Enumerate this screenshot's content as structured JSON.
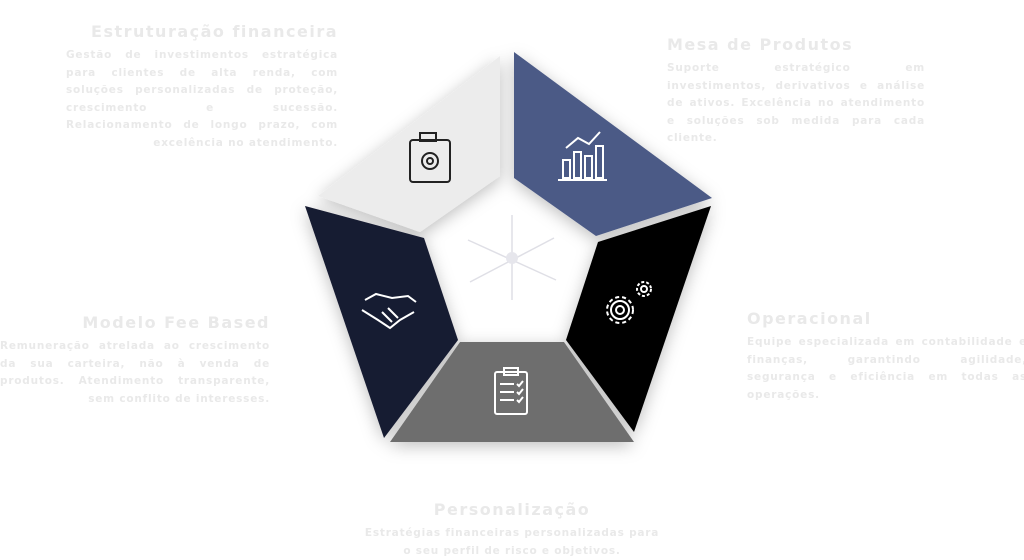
{
  "segments": [
    {
      "title": "Estruturação financeira",
      "text": "Gestão de investimentos estratégica para clientes de alta renda, com soluções personalizadas de proteção, crescimento e sucessão. Relacionamento de longo prazo, com excelência no atendimento.",
      "color": "#ececec",
      "icon": "safe-icon"
    },
    {
      "title": "Mesa de Produtos",
      "text": "Suporte estratégico em investimentos, derivativos e análise de ativos. Excelência no atendimento e soluções sob medida para cada cliente.",
      "color": "#4b5a86",
      "icon": "bar-chart-icon"
    },
    {
      "title": "Operacional",
      "text": "Equipe especializada em contabilidade e finanças, garantindo agilidade, segurança e eficiência em todas as operações.",
      "color": "#050505",
      "icon": "gears-icon"
    },
    {
      "title": "Personalização",
      "text": "Estratégias financeiras personalizadas para o seu perfil de risco e objetivos.",
      "color": "#6e6e6e",
      "icon": "clipboard-icon"
    },
    {
      "title": "Modelo Fee Based",
      "text": "Remuneração atrelada ao crescimento da sua carteira, não à venda de produtos. Atendimento transparente, sem conflito de interesses.",
      "color": "#161a30",
      "icon": "handshake-icon"
    }
  ]
}
